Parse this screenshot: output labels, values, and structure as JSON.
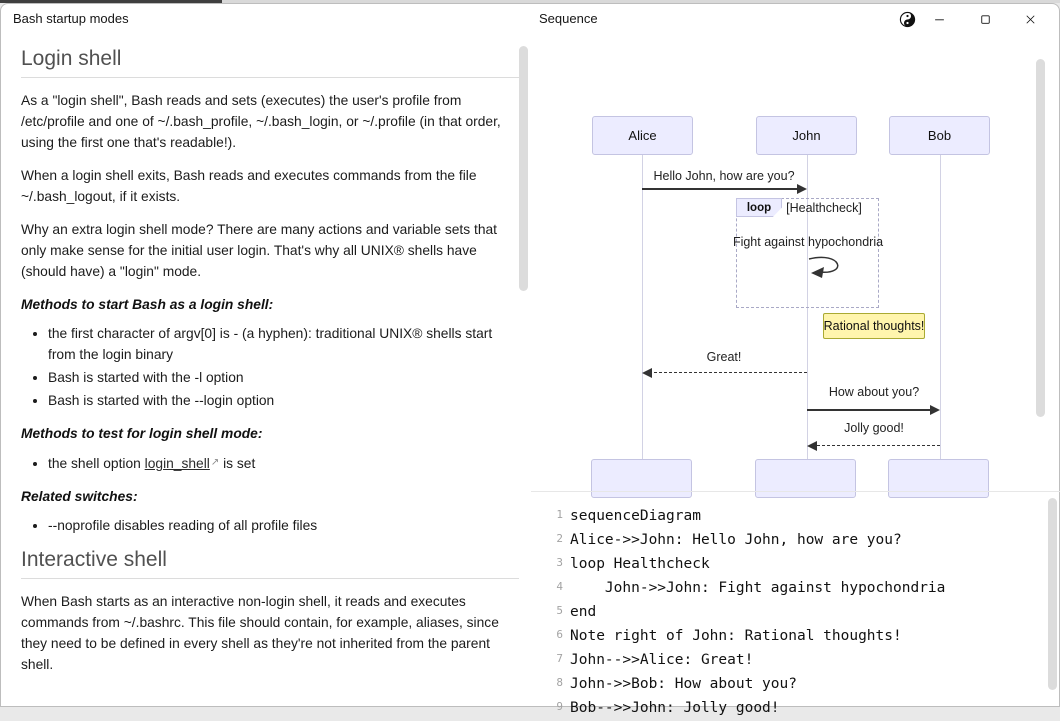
{
  "titles": {
    "left": "Bash startup modes",
    "right": "Sequence"
  },
  "icons": {
    "external_link": "↗"
  },
  "doc": {
    "h1_login": "Login shell",
    "p_login_1": "As a \"login shell\", Bash reads and sets (executes) the user's profile from /etc/profile and one of ~/.bash_profile, ~/.bash_login, or ~/.profile (in that order, using the first one that's readable!).",
    "p_login_2": "When a login shell exits, Bash reads and executes commands from the file ~/.bash_logout, if it exists.",
    "p_login_3": "Why an extra login shell mode? There are many actions and variable sets that only make sense for the initial user login. That's why all UNIX® shells have (should have) a \"login\" mode.",
    "h_methods_start": "Methods to start Bash as a login shell:",
    "start_items": [
      "the first character of argv[0] is - (a hyphen): traditional UNIX® shells start from the login binary",
      "Bash is started with the -l option",
      "Bash is started with the --login option"
    ],
    "h_methods_test": "Methods to test for login shell mode:",
    "test_item_pre": "the shell option ",
    "test_item_link": "login_shell",
    "test_item_post": " is set",
    "h_related": "Related switches:",
    "related_items": [
      "--noprofile disables reading of all profile files"
    ],
    "h1_interactive": "Interactive shell",
    "p_interactive": "When Bash starts as an interactive non-login shell, it reads and executes commands from ~/.bashrc. This file should contain, for example, aliases, since they need to be defined in every shell as they're not inherited from the parent shell."
  },
  "diagram": {
    "actors": [
      "Alice",
      "John",
      "Bob"
    ],
    "loop_label": "loop",
    "loop_condition": "[Healthcheck]",
    "messages": {
      "hello": "Hello John, how are you?",
      "self": "Fight against hypochondria",
      "note": "Rational thoughts!",
      "great": "Great!",
      "how": "How about you?",
      "jolly": "Jolly good!"
    }
  },
  "code": {
    "numbers": [
      "1",
      "2",
      "3",
      "4",
      "5",
      "6",
      "7",
      "8",
      "9"
    ],
    "lines": [
      "sequenceDiagram",
      "Alice->>John: Hello John, how are you?",
      "loop Healthcheck",
      "    John->>John: Fight against hypochondria",
      "end",
      "Note right of John: Rational thoughts!",
      "John-->>Alice: Great!",
      "John->>Bob: How about you?",
      "Bob-->>John: Jolly good!"
    ]
  },
  "colors": {
    "actor_fill": "#ECECFF",
    "note_fill": "#fff5ad",
    "note_border": "#aaaa33",
    "arrow": "#333333"
  }
}
